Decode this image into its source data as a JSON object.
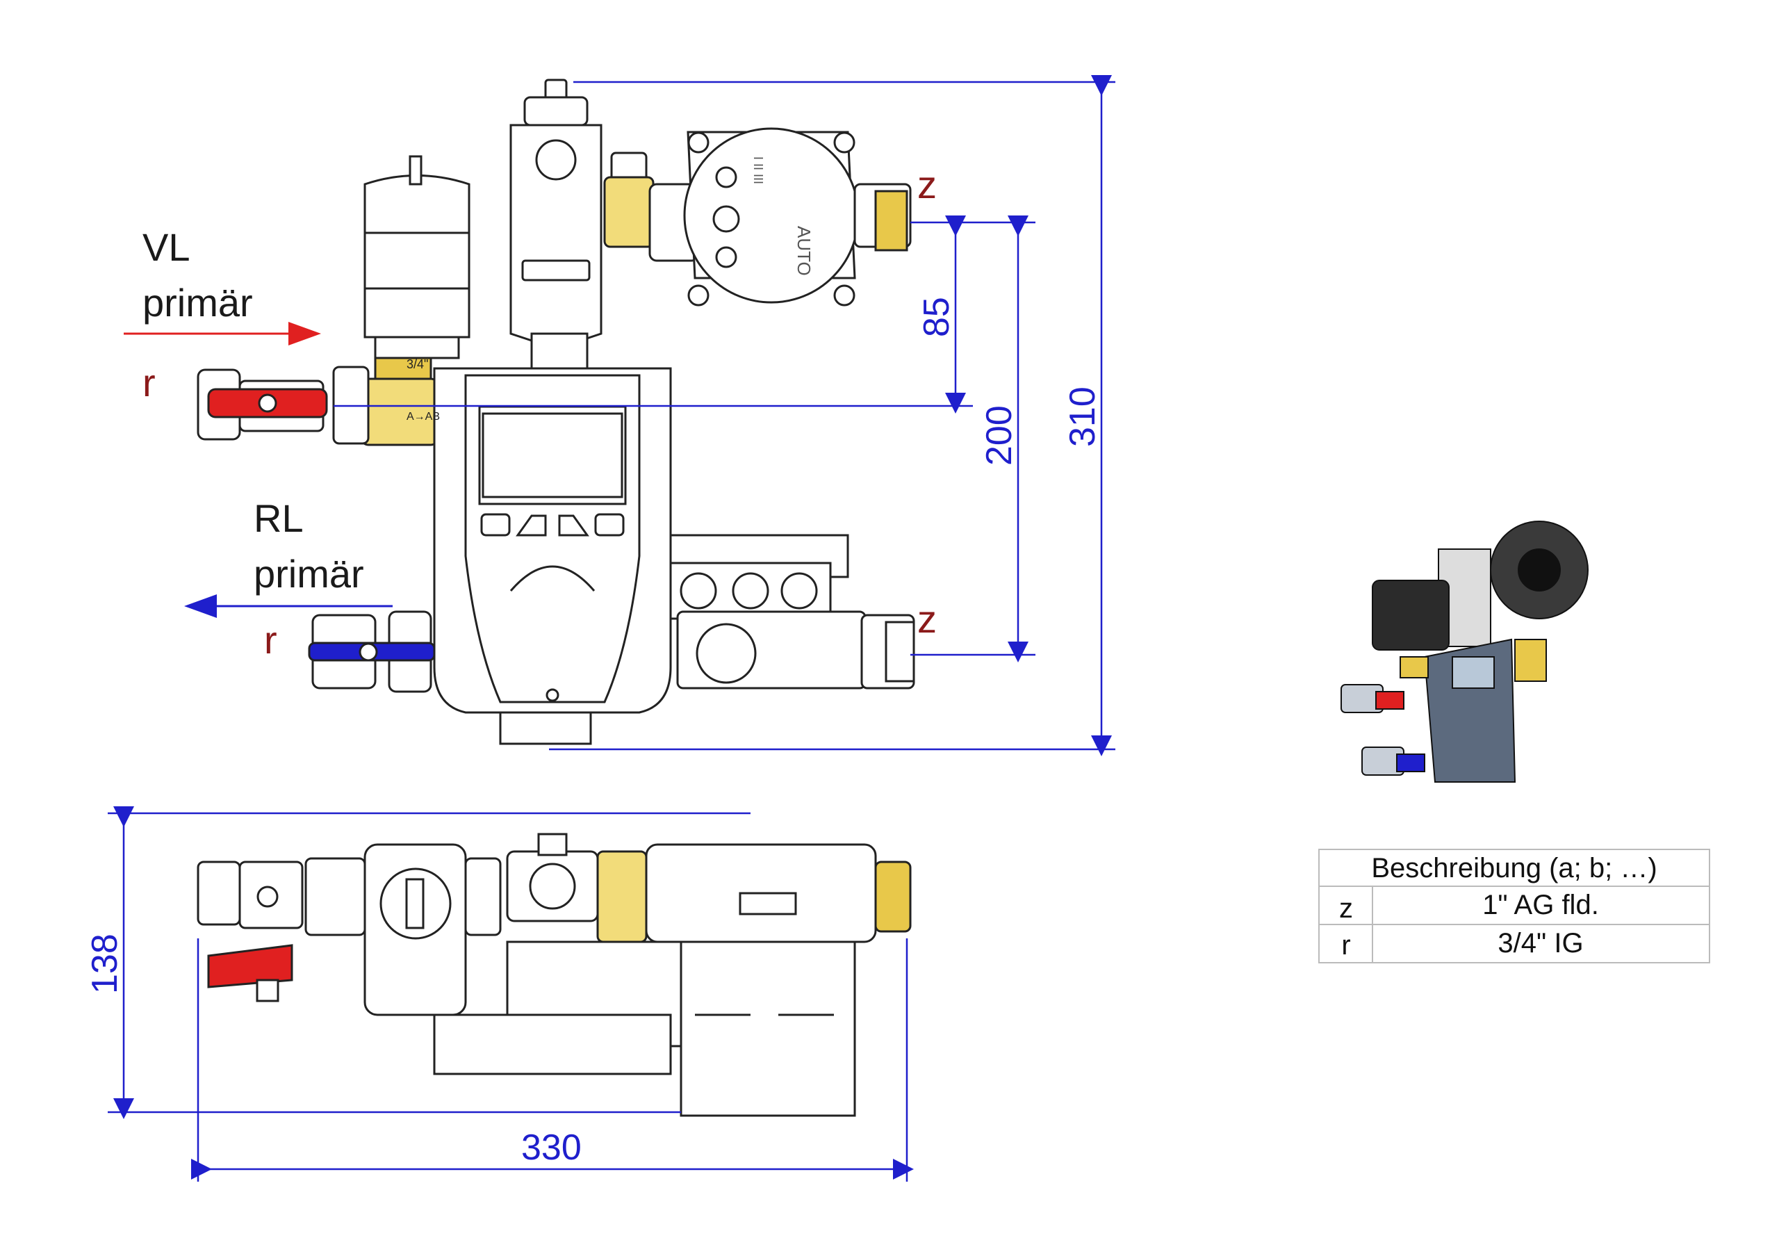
{
  "labels": {
    "vl": "VL",
    "vl_sub": "primär",
    "rl": "RL",
    "rl_sub": "primär",
    "r_top": "r",
    "r_bottom": "r",
    "z_top": "z",
    "z_bottom": "z",
    "fitting_size": "3/4\"",
    "valve_marking": "A→AB",
    "pump_display": "AUTO",
    "pump_bars": "I II III"
  },
  "dimensions": {
    "d85": "85",
    "d200": "200",
    "d310": "310",
    "d138": "138",
    "d330": "330"
  },
  "table": {
    "header": "Beschreibung (a; b; …)",
    "rows": [
      {
        "key": "z",
        "value": "1\" AG fld."
      },
      {
        "key": "r",
        "value": "3/4\" IG"
      }
    ]
  },
  "colors": {
    "dimension": "#1f1fcc",
    "flow_supply": "#e02020",
    "flow_return": "#1f1fcc",
    "label_red": "#8b1a1a",
    "brass": "#e8c84a"
  }
}
